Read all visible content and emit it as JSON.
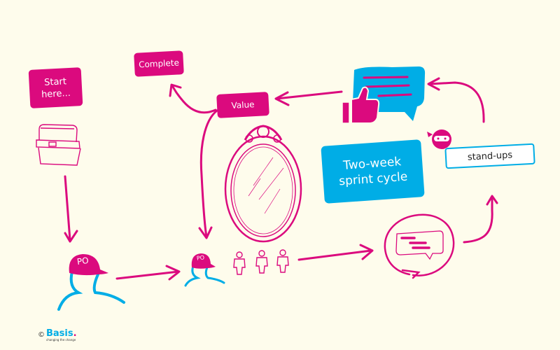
{
  "colors": {
    "background": "#FEFCEC",
    "pink": "#DB0A7E",
    "blue": "#00ADE6"
  },
  "labels": {
    "start": [
      "Start",
      "here..."
    ],
    "complete": "Complete",
    "value": "Value",
    "sprint": [
      "Two-week",
      "sprint cycle"
    ],
    "standups": "stand-ups",
    "po_large": "PO",
    "po_small": "PO"
  },
  "icons": [
    "cooler-box-icon",
    "product-owner-icon",
    "team-members-icon",
    "mirror-icon",
    "chat-loop-icon",
    "thumbs-up-feedback-icon",
    "ninja-icon"
  ],
  "logo": {
    "copyright": "©",
    "brand": "Basis",
    "dot": ".",
    "tagline": "changing the change"
  }
}
